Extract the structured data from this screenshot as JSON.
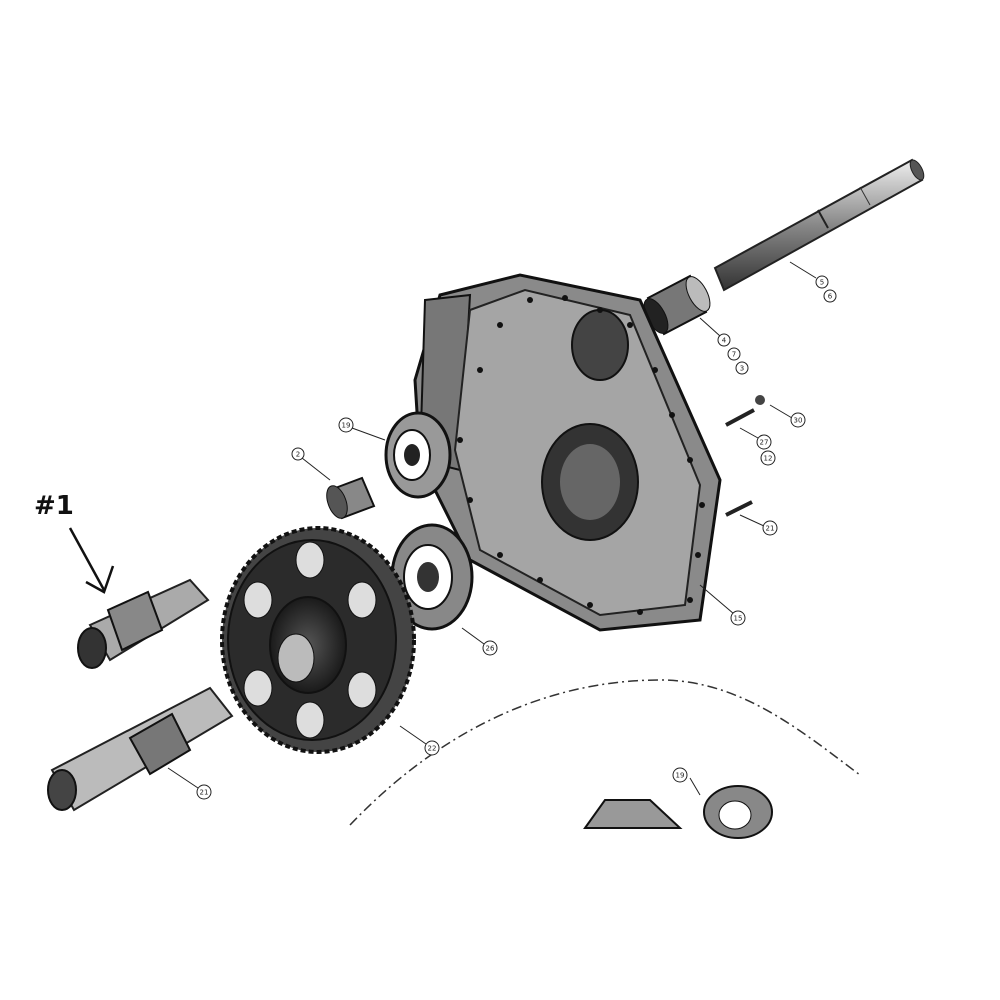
{
  "diagram": {
    "pointer_label": "#1",
    "callouts": [
      {
        "id": "shaft-5",
        "text": "5"
      },
      {
        "id": "shaft-6",
        "text": "6"
      },
      {
        "id": "bush-4",
        "text": "4"
      },
      {
        "id": "bush-7",
        "text": "7"
      },
      {
        "id": "bush-3",
        "text": "3"
      },
      {
        "id": "plug-30",
        "text": "30"
      },
      {
        "id": "dowel-27",
        "text": "27"
      },
      {
        "id": "dowel-12",
        "text": "12"
      },
      {
        "id": "dowel-21",
        "text": "21"
      },
      {
        "id": "bearing-19",
        "text": "19"
      },
      {
        "id": "collar-2",
        "text": "2"
      },
      {
        "id": "bearing-26",
        "text": "26"
      },
      {
        "id": "housing-15",
        "text": "15"
      },
      {
        "id": "gear-22",
        "text": "22"
      },
      {
        "id": "shaft-21",
        "text": "21"
      },
      {
        "id": "bearing-19b",
        "text": "19"
      }
    ]
  }
}
